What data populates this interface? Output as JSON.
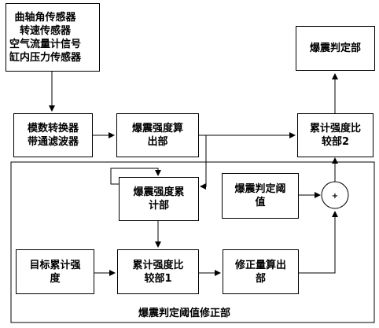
{
  "sensors": [
    "曲轴角传感器",
    "转速传感器",
    "空气流量计信号",
    "缸内压力传感器"
  ],
  "converter": [
    "模数转换器",
    "带通滤波器"
  ],
  "calc": [
    "爆震强度算",
    "出部"
  ],
  "compare_top": [
    "累计强度比",
    "较部2"
  ],
  "judge_top": "爆震判定部",
  "accum": [
    "爆震强度累",
    "计部"
  ],
  "threshold": [
    "爆震判定阈",
    "值"
  ],
  "target": [
    "目标累计强",
    "度"
  ],
  "compare_bottom": [
    "累计强度比",
    "较部1"
  ],
  "correction": [
    "修正量算出",
    "部"
  ],
  "adder_symbol": "+",
  "region_label": "爆震判定阈值修正部"
}
